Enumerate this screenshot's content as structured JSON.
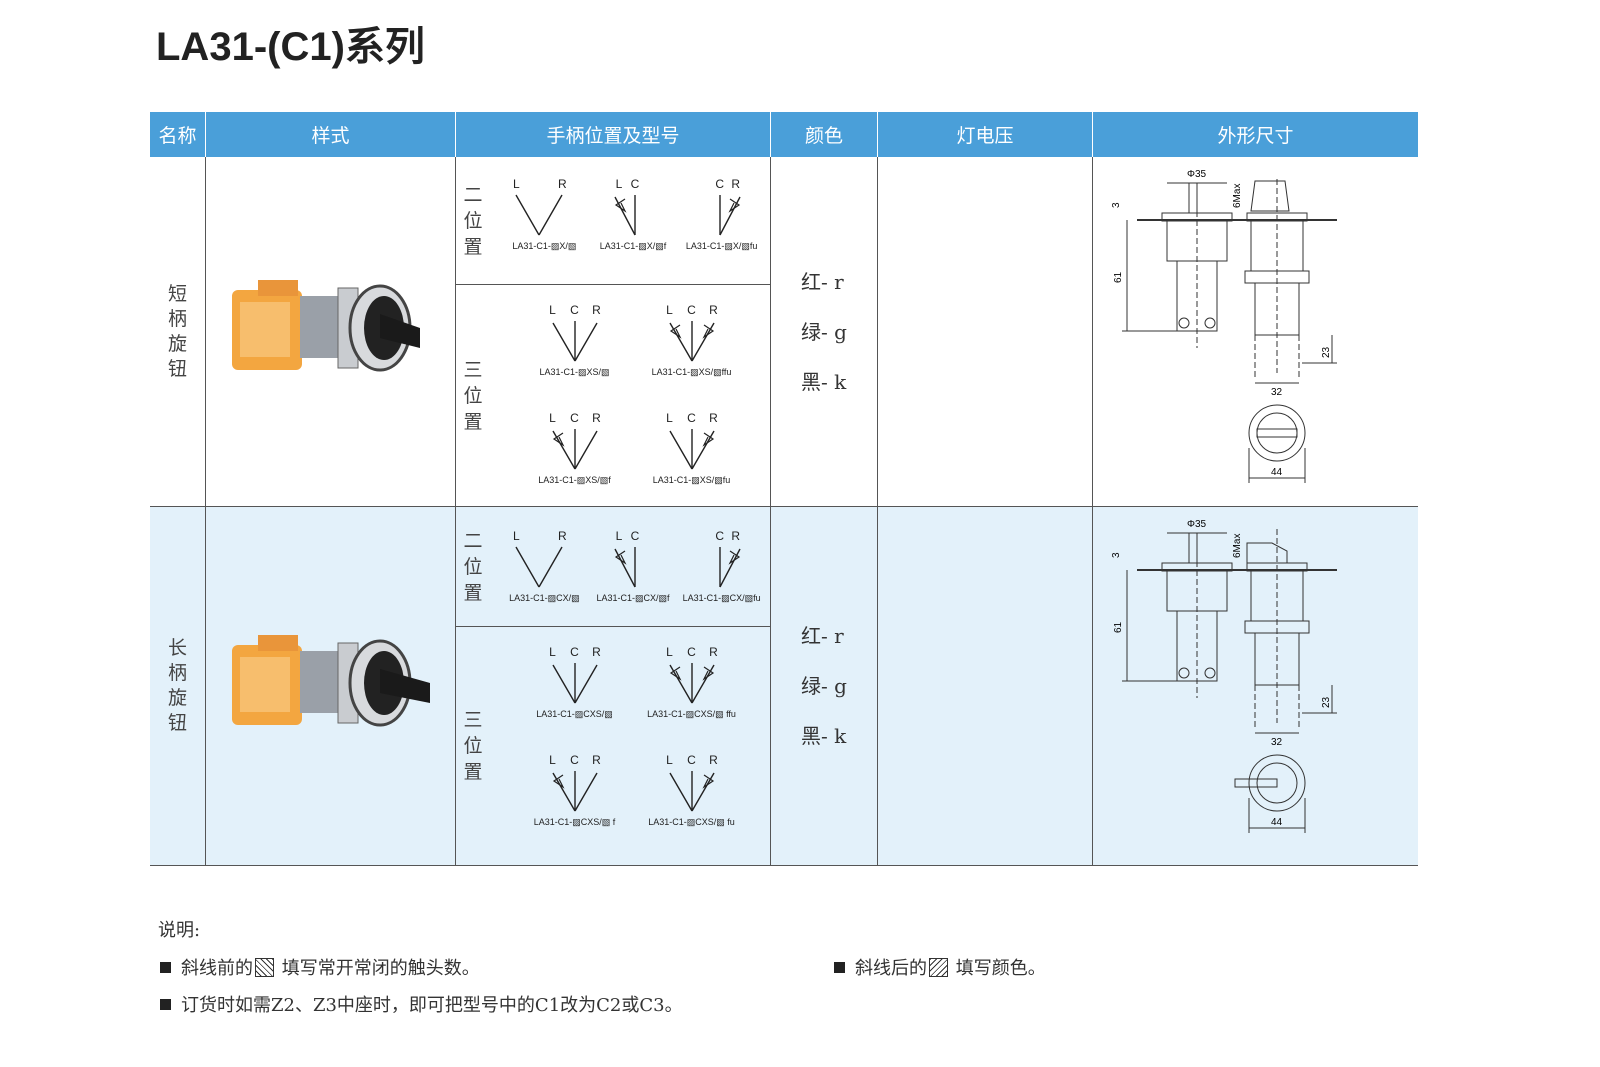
{
  "title": "LA31-(C1)系列",
  "headers": [
    "名称",
    "样式",
    "手柄位置及型号",
    "颜色",
    "灯电压",
    "外形尺寸"
  ],
  "rows": [
    {
      "name": "短\n柄\n旋\n钮",
      "lamp_voltage": "",
      "colors": [
        "红- r",
        "绿- g",
        "黑- k"
      ],
      "two_position": {
        "label": "二\n位\n置",
        "diagrams": [
          {
            "letters": [
              "L",
              "R"
            ],
            "type": "LR",
            "returns": [],
            "model": "LA31-C1-▨X/▧"
          },
          {
            "letters": [
              "L",
              "C"
            ],
            "type": "LC",
            "returns": [
              "L"
            ],
            "model": "LA31-C1-▨X/▧f"
          },
          {
            "letters": [
              "C",
              "R"
            ],
            "type": "CR",
            "returns": [
              "R"
            ],
            "model": "LA31-C1-▨X/▧fu"
          }
        ]
      },
      "three_position": {
        "label": "三\n位\n置",
        "diagrams": [
          {
            "letters": [
              "L",
              "C",
              "R"
            ],
            "type": "LCR",
            "returns": [],
            "model": "LA31-C1-▨XS/▧"
          },
          {
            "letters": [
              "L",
              "C",
              "R"
            ],
            "type": "LCR",
            "returns": [
              "L",
              "R"
            ],
            "model": "LA31-C1-▨XS/▧ffu"
          },
          {
            "letters": [
              "L",
              "C",
              "R"
            ],
            "type": "LCR",
            "returns": [
              "L"
            ],
            "model": "LA31-C1-▨XS/▧f"
          },
          {
            "letters": [
              "L",
              "C",
              "R"
            ],
            "type": "LCR",
            "returns": [
              "R"
            ],
            "model": "LA31-C1-▨XS/▧fu"
          }
        ]
      },
      "dimensions": {
        "phi": "Φ35",
        "top": "3",
        "max": "6Max",
        "height": "61",
        "depth": "23",
        "width": "32",
        "outer": "44",
        "handle": "short"
      }
    },
    {
      "name": "长\n柄\n旋\n钮",
      "lamp_voltage": "",
      "colors": [
        "红- r",
        "绿- g",
        "黑- k"
      ],
      "two_position": {
        "label": "二\n位\n置",
        "diagrams": [
          {
            "letters": [
              "L",
              "R"
            ],
            "type": "LR",
            "returns": [],
            "model": "LA31-C1-▨CX/▧"
          },
          {
            "letters": [
              "L",
              "C"
            ],
            "type": "LC",
            "returns": [
              "L"
            ],
            "model": "LA31-C1-▨CX/▧f"
          },
          {
            "letters": [
              "C",
              "R"
            ],
            "type": "CR",
            "returns": [
              "R"
            ],
            "model": "LA31-C1-▨CX/▧fu"
          }
        ]
      },
      "three_position": {
        "label": "三\n位\n置",
        "diagrams": [
          {
            "letters": [
              "L",
              "C",
              "R"
            ],
            "type": "LCR",
            "returns": [],
            "model": "LA31-C1-▨CXS/▧"
          },
          {
            "letters": [
              "L",
              "C",
              "R"
            ],
            "type": "LCR",
            "returns": [
              "L",
              "R"
            ],
            "model": "LA31-C1-▨CXS/▧ ffu"
          },
          {
            "letters": [
              "L",
              "C",
              "R"
            ],
            "type": "LCR",
            "returns": [
              "L"
            ],
            "model": "LA31-C1-▨CXS/▧ f"
          },
          {
            "letters": [
              "L",
              "C",
              "R"
            ],
            "type": "LCR",
            "returns": [
              "R"
            ],
            "model": "LA31-C1-▨CXS/▧ fu"
          }
        ]
      },
      "dimensions": {
        "phi": "Φ35",
        "top": "3",
        "max": "6Max",
        "height": "61",
        "depth": "23",
        "width": "32",
        "outer": "44",
        "handle": "long"
      }
    }
  ],
  "notes": {
    "title": "说明:",
    "item1_before": "斜线前的",
    "item1_after": "填写常开常闭的触头数。",
    "item2_before": "斜线后的",
    "item2_after": "填写颜色。",
    "item3": "订货时如需Z2、Z3中座时，即可把型号中的C1改为C2或C3。"
  },
  "colors": {
    "header": "#4a9fd9",
    "row_alt": "#e3f1fa",
    "border": "#555555"
  }
}
